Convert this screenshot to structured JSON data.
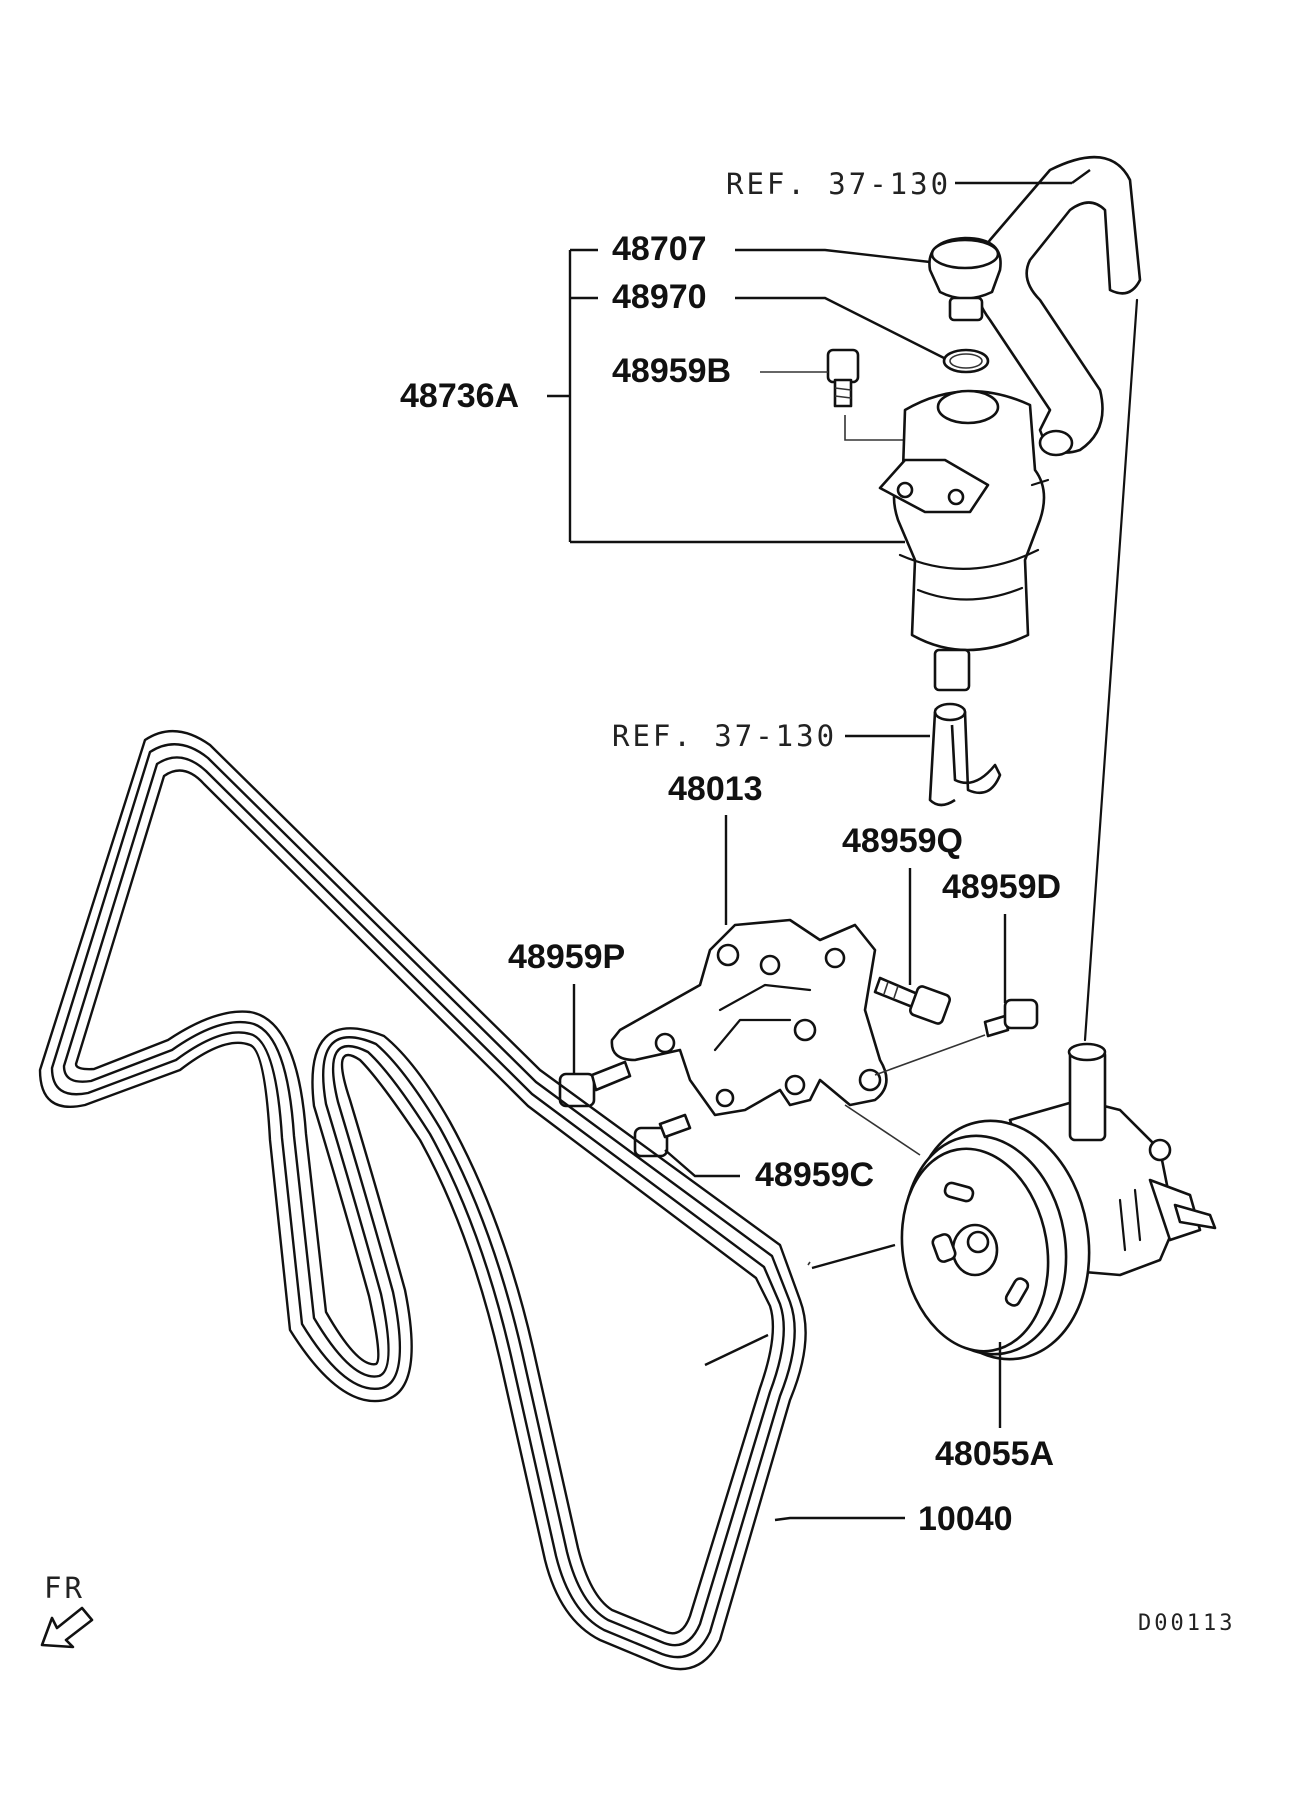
{
  "labels": {
    "ref_top": "REF. 37-130",
    "ref_mid": "REF. 37-130",
    "p48707": "48707",
    "p48970": "48970",
    "p48959B": "48959B",
    "p48736A": "48736A",
    "p48013": "48013",
    "p48959Q": "48959Q",
    "p48959D": "48959D",
    "p48959P": "48959P",
    "p48959C": "48959C",
    "p48055A": "48055A",
    "p10040": "10040",
    "fr": "FR",
    "code": "D00113"
  }
}
